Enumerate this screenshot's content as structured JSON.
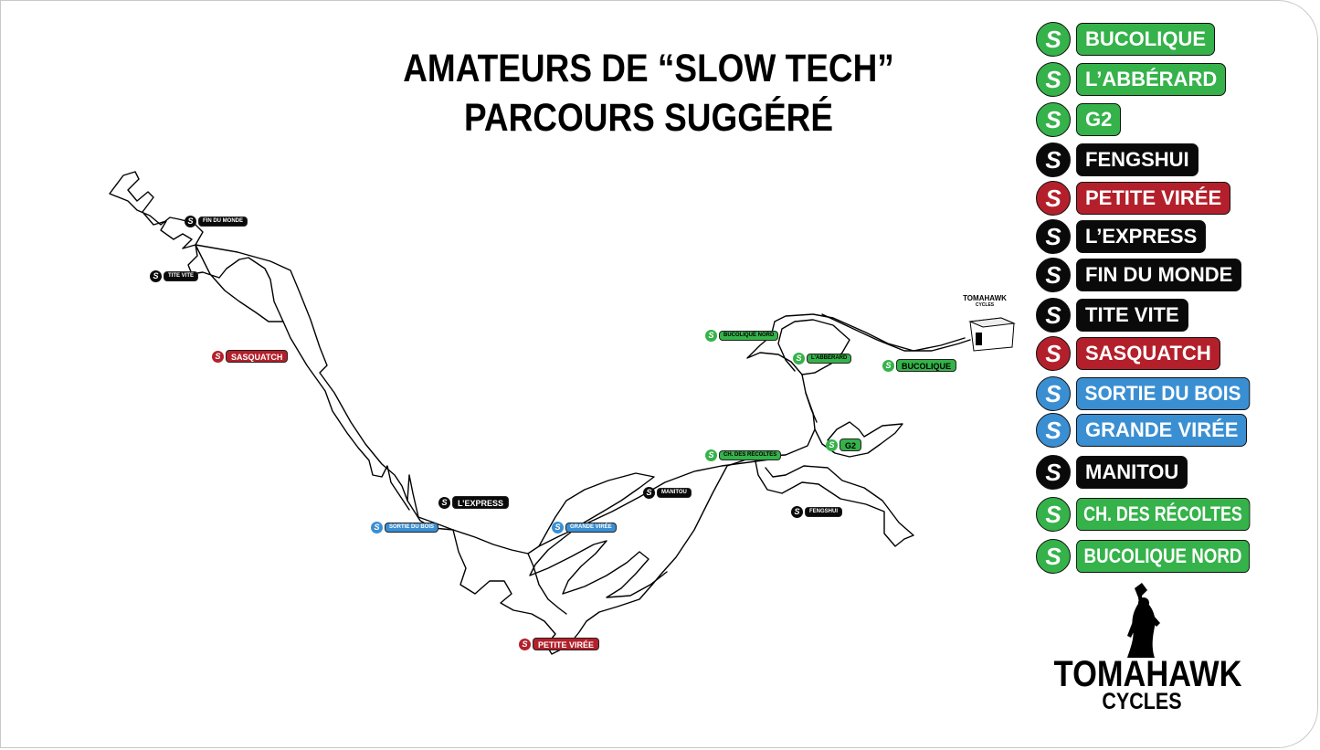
{
  "title": {
    "line1": "AMATEURS DE “SLOW TECH”",
    "line2": "PARCOURS SUGGÉRÉ"
  },
  "colors": {
    "green": "#35b24a",
    "black": "#0a0a0a",
    "red": "#b3202b",
    "blue": "#3a8fd3"
  },
  "legend": [
    {
      "name": "BUCOLIQUE",
      "color": "green"
    },
    {
      "name": "L’ABBÉRARD",
      "color": "green"
    },
    {
      "name": "G2",
      "color": "green"
    },
    {
      "name": "FENGSHUI",
      "color": "black"
    },
    {
      "name": "PETITE VIRÉE",
      "color": "red"
    },
    {
      "name": "L’EXPRESS",
      "color": "black"
    },
    {
      "name": "FIN DU MONDE",
      "color": "black"
    },
    {
      "name": "TITE VITE",
      "color": "black"
    },
    {
      "name": "SASQUATCH",
      "color": "red"
    },
    {
      "name": "SORTIE DU BOIS",
      "color": "blue"
    },
    {
      "name": "GRANDE VIRÉE",
      "color": "blue"
    },
    {
      "name": "MANITOU",
      "color": "black"
    },
    {
      "name": "CH. DES RÉCOLTES",
      "color": "green"
    },
    {
      "name": "BUCOLIQUE NORD",
      "color": "green"
    }
  ],
  "map_labels": [
    {
      "name": "FIN DU MONDE",
      "color": "black",
      "size": "small"
    },
    {
      "name": "TITE VITE",
      "color": "black",
      "size": "small"
    },
    {
      "name": "SASQUATCH",
      "color": "red",
      "size": "normal"
    },
    {
      "name": "L’EXPRESS",
      "color": "black",
      "size": "normal"
    },
    {
      "name": "SORTIE DU BOIS",
      "color": "blue",
      "size": "small"
    },
    {
      "name": "GRANDE VIRÉE",
      "color": "blue",
      "size": "small"
    },
    {
      "name": "MANITOU",
      "color": "black",
      "size": "small"
    },
    {
      "name": "PETITE VIRÉE",
      "color": "red",
      "size": "normal"
    },
    {
      "name": "CH. DES RÉCOLTES",
      "color": "green",
      "size": "small"
    },
    {
      "name": "BUCOLIQUE NORD",
      "color": "green",
      "size": "small"
    },
    {
      "name": "L’ABBÉRARD",
      "color": "green",
      "size": "small"
    },
    {
      "name": "BUCOLIQUE",
      "color": "green",
      "size": "normal"
    },
    {
      "name": "G2",
      "color": "green",
      "size": "normal"
    },
    {
      "name": "FENGSHUI",
      "color": "black",
      "size": "small"
    }
  ],
  "shop": {
    "name": "TOMAHAWK",
    "sub": "CYCLES"
  },
  "logo": {
    "word": "TOMAHAWK",
    "sub": "CYCLES"
  }
}
